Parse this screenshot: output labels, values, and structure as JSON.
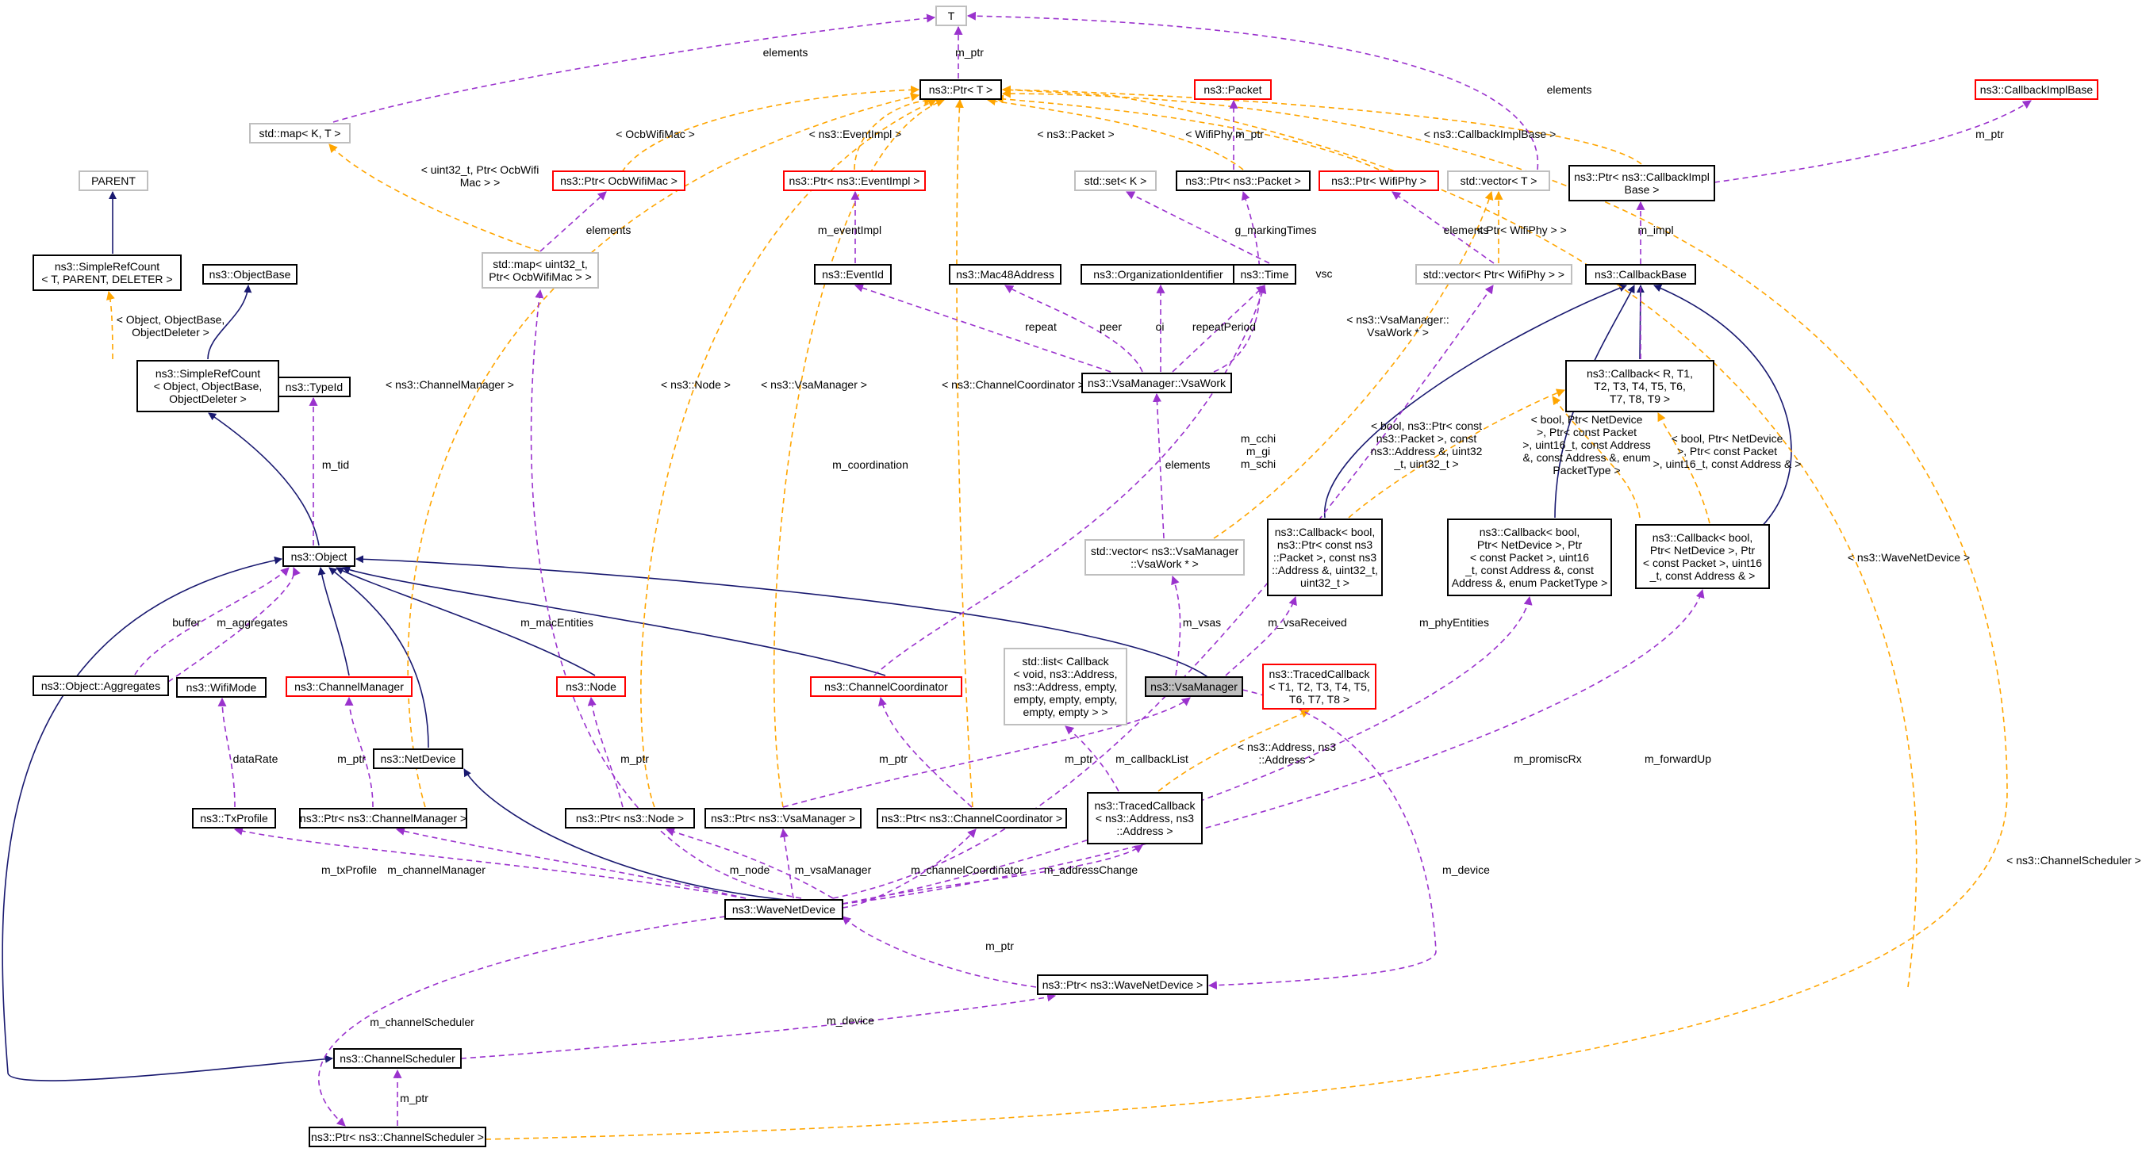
{
  "diagram": {
    "style": {
      "inheritance_color": "#191970",
      "member_color": "#9a32cd",
      "template_color": "#ffa500",
      "box_black": "#000000",
      "box_red": "#ff0000",
      "box_grey": "#bfbfbf",
      "highlight_fill": "#bfbfbf"
    },
    "nodes": [
      {
        "id": "T",
        "lines": [
          "T"
        ],
        "border": "grey"
      },
      {
        "id": "ptrT",
        "lines": [
          "ns3::Ptr< T >"
        ],
        "border": "black"
      },
      {
        "id": "packet",
        "lines": [
          "ns3::Packet"
        ],
        "border": "red"
      },
      {
        "id": "cbImplBase",
        "lines": [
          "ns3::CallbackImplBase"
        ],
        "border": "red"
      },
      {
        "id": "mapKT",
        "lines": [
          "std::map< K, T >"
        ],
        "border": "grey"
      },
      {
        "id": "ptrOcb",
        "lines": [
          "ns3::Ptr< OcbWifiMac >"
        ],
        "border": "red"
      },
      {
        "id": "ptrEventImpl",
        "lines": [
          "ns3::Ptr< ns3::EventImpl >"
        ],
        "border": "red"
      },
      {
        "id": "setK",
        "lines": [
          "std::set< K >"
        ],
        "border": "grey"
      },
      {
        "id": "ptrPacket",
        "lines": [
          "ns3::Ptr< ns3::Packet >"
        ],
        "border": "black"
      },
      {
        "id": "ptrWifiPhy",
        "lines": [
          "ns3::Ptr< WifiPhy >"
        ],
        "border": "red"
      },
      {
        "id": "vectorT",
        "lines": [
          "std::vector< T >"
        ],
        "border": "grey"
      },
      {
        "id": "ptrCbImplBase",
        "lines": [
          "ns3::Ptr< ns3::CallbackImpl",
          "Base >"
        ],
        "border": "black"
      },
      {
        "id": "parent",
        "lines": [
          "PARENT"
        ],
        "border": "grey"
      },
      {
        "id": "simpleRefT",
        "lines": [
          "ns3::SimpleRefCount",
          "< T, PARENT, DELETER >"
        ],
        "border": "black"
      },
      {
        "id": "objectBase",
        "lines": [
          "ns3::ObjectBase"
        ],
        "border": "black"
      },
      {
        "id": "mapUint",
        "lines": [
          "std::map< uint32_t,",
          "Ptr< OcbWifiMac > >"
        ],
        "border": "grey"
      },
      {
        "id": "eventId",
        "lines": [
          "ns3::EventId"
        ],
        "border": "black"
      },
      {
        "id": "mac48",
        "lines": [
          "ns3::Mac48Address"
        ],
        "border": "black"
      },
      {
        "id": "orgId",
        "lines": [
          "ns3::OrganizationIdentifier"
        ],
        "border": "black"
      },
      {
        "id": "time",
        "lines": [
          "ns3::Time"
        ],
        "border": "black"
      },
      {
        "id": "vectorWifiPhy",
        "lines": [
          "std::vector< Ptr< WifiPhy > >"
        ],
        "border": "grey"
      },
      {
        "id": "callbackBase",
        "lines": [
          "ns3::CallbackBase"
        ],
        "border": "black"
      },
      {
        "id": "simpleRefObj",
        "lines": [
          "ns3::SimpleRefCount",
          "< Object, ObjectBase,",
          "ObjectDeleter >"
        ],
        "border": "black"
      },
      {
        "id": "typeId",
        "lines": [
          "ns3::TypeId"
        ],
        "border": "black"
      },
      {
        "id": "vsaWork",
        "lines": [
          "ns3::VsaManager::VsaWork"
        ],
        "border": "black"
      },
      {
        "id": "callbackR",
        "lines": [
          "ns3::Callback< R, T1,",
          "T2, T3, T4, T5, T6,",
          "T7, T8, T9 >"
        ],
        "border": "black"
      },
      {
        "id": "object",
        "lines": [
          "ns3::Object"
        ],
        "border": "black"
      },
      {
        "id": "vectorVsaWork",
        "lines": [
          "std::vector< ns3::VsaManager",
          "::VsaWork * >"
        ],
        "border": "grey"
      },
      {
        "id": "callbackVsa",
        "lines": [
          "ns3::Callback< bool,",
          "ns3::Ptr< const ns3",
          "::Packet >, const ns3",
          "::Address &, uint32_t,",
          "uint32_t >"
        ],
        "border": "black"
      },
      {
        "id": "callbackPromisc",
        "lines": [
          "ns3::Callback< bool,",
          "Ptr< NetDevice >, Ptr",
          "< const Packet >, uint16",
          "_t, const Address &, const",
          "Address &, enum PacketType >"
        ],
        "border": "black"
      },
      {
        "id": "callbackFwd",
        "lines": [
          "ns3::Callback< bool,",
          "Ptr< NetDevice >, Ptr",
          "< const Packet >, uint16",
          "_t, const Address & >"
        ],
        "border": "black"
      },
      {
        "id": "aggregates",
        "lines": [
          "ns3::Object::Aggregates"
        ],
        "border": "black"
      },
      {
        "id": "wifiMode",
        "lines": [
          "ns3::WifiMode"
        ],
        "border": "black"
      },
      {
        "id": "channelManager",
        "lines": [
          "ns3::ChannelManager"
        ],
        "border": "red"
      },
      {
        "id": "node",
        "lines": [
          "ns3::Node"
        ],
        "border": "red"
      },
      {
        "id": "channelCoord",
        "lines": [
          "ns3::ChannelCoordinator"
        ],
        "border": "red"
      },
      {
        "id": "stdList",
        "lines": [
          "std::list< Callback",
          "< void, ns3::Address,",
          "ns3::Address, empty,",
          "empty, empty, empty,",
          "empty, empty > >"
        ],
        "border": "grey"
      },
      {
        "id": "vsaManager",
        "lines": [
          "ns3::VsaManager"
        ],
        "border": "black",
        "highlight": true
      },
      {
        "id": "tracedCbT",
        "lines": [
          "ns3::TracedCallback",
          "< T1, T2, T3, T4, T5,",
          "T6, T7, T8 >"
        ],
        "border": "red"
      },
      {
        "id": "netDevice",
        "lines": [
          "ns3::NetDevice"
        ],
        "border": "black"
      },
      {
        "id": "txProfile",
        "lines": [
          "ns3::TxProfile"
        ],
        "border": "black"
      },
      {
        "id": "ptrChannelManager",
        "lines": [
          "ns3::Ptr< ns3::ChannelManager >"
        ],
        "border": "black"
      },
      {
        "id": "ptrNode",
        "lines": [
          "ns3::Ptr< ns3::Node >"
        ],
        "border": "black"
      },
      {
        "id": "ptrVsaManager",
        "lines": [
          "ns3::Ptr< ns3::VsaManager >"
        ],
        "border": "black"
      },
      {
        "id": "ptrChannelCoord",
        "lines": [
          "ns3::Ptr< ns3::ChannelCoordinator >"
        ],
        "border": "black"
      },
      {
        "id": "tracedCbAddr",
        "lines": [
          "ns3::TracedCallback",
          "< ns3::Address, ns3",
          "::Address >"
        ],
        "border": "black"
      },
      {
        "id": "waveNetDevice",
        "lines": [
          "ns3::WaveNetDevice"
        ],
        "border": "black"
      },
      {
        "id": "ptrWaveNetDevice",
        "lines": [
          "ns3::Ptr< ns3::WaveNetDevice >"
        ],
        "border": "black"
      },
      {
        "id": "channelScheduler",
        "lines": [
          "ns3::ChannelScheduler"
        ],
        "border": "black"
      },
      {
        "id": "ptrChannelScheduler",
        "lines": [
          "ns3::Ptr< ns3::ChannelScheduler >"
        ],
        "border": "black"
      }
    ],
    "edge_labels": [
      {
        "id": "l_elements1",
        "lines": [
          "elements"
        ]
      },
      {
        "id": "l_mptr_T",
        "lines": [
          "m_ptr"
        ]
      },
      {
        "id": "l_elements2",
        "lines": [
          "elements"
        ]
      },
      {
        "id": "l_ocbwifimac",
        "lines": [
          "< OcbWifiMac >"
        ]
      },
      {
        "id": "l_eventimpl",
        "lines": [
          "< ns3::EventImpl >"
        ]
      },
      {
        "id": "l_ns3packet",
        "lines": [
          "< ns3::Packet >"
        ]
      },
      {
        "id": "l_wifiphy",
        "lines": [
          "< WifiPhy >"
        ]
      },
      {
        "id": "l_mptr_packet",
        "lines": [
          "m_ptr"
        ]
      },
      {
        "id": "l_cbimplbase",
        "lines": [
          "< ns3::CallbackImplBase >"
        ]
      },
      {
        "id": "l_mptr_cbimpl",
        "lines": [
          "m_ptr"
        ]
      },
      {
        "id": "l_uint32ocb",
        "lines": [
          "< uint32_t, Ptr< OcbWifi",
          "Mac > >"
        ]
      },
      {
        "id": "l_meventimpl",
        "lines": [
          "m_eventImpl"
        ]
      },
      {
        "id": "l_elements3",
        "lines": [
          "elements"
        ]
      },
      {
        "id": "l_gmarking",
        "lines": [
          "g_markingTimes"
        ]
      },
      {
        "id": "l_vsc",
        "lines": [
          "vsc"
        ]
      },
      {
        "id": "l_elements4",
        "lines": [
          "elements"
        ]
      },
      {
        "id": "l_ptrwifiphy2",
        "lines": [
          "< Ptr< WifiPhy > >"
        ]
      },
      {
        "id": "l_mimpl",
        "lines": [
          "m_impl"
        ]
      },
      {
        "id": "l_objbase",
        "lines": [
          "< Object, ObjectBase,",
          "ObjectDeleter >"
        ]
      },
      {
        "id": "l_repeat",
        "lines": [
          "repeat"
        ]
      },
      {
        "id": "l_peer",
        "lines": [
          "peer"
        ]
      },
      {
        "id": "l_oi",
        "lines": [
          "oi"
        ]
      },
      {
        "id": "l_repeatperiod",
        "lines": [
          "repeatPeriod"
        ]
      },
      {
        "id": "l_vsawork",
        "lines": [
          "< ns3::VsaManager::",
          "VsaWork * >"
        ]
      },
      {
        "id": "l_chmgr",
        "lines": [
          "< ns3::ChannelManager >"
        ]
      },
      {
        "id": "l_ns3node",
        "lines": [
          "< ns3::Node >"
        ]
      },
      {
        "id": "l_vsamgr",
        "lines": [
          "< ns3::VsaManager >"
        ]
      },
      {
        "id": "l_chcoord",
        "lines": [
          "< ns3::ChannelCoordinator >"
        ]
      },
      {
        "id": "l_mtid",
        "lines": [
          "m_tid"
        ]
      },
      {
        "id": "l_mcoord",
        "lines": [
          "m_coordination"
        ]
      },
      {
        "id": "l_mcchi",
        "lines": [
          "m_cchi",
          "m_gi",
          "m_schi"
        ]
      },
      {
        "id": "l_elements5",
        "lines": [
          "elements"
        ]
      },
      {
        "id": "l_boolptr1",
        "lines": [
          "< bool, ns3::Ptr< const",
          "ns3::Packet >, const",
          "ns3::Address &, uint32",
          "_t, uint32_t >"
        ]
      },
      {
        "id": "l_boolptr2",
        "lines": [
          "< bool, Ptr< NetDevice",
          ">, Ptr< const Packet",
          ">, uint16_t, const Address",
          "&, const Address &, enum",
          "PacketType >"
        ]
      },
      {
        "id": "l_boolptr3",
        "lines": [
          "< bool, Ptr< NetDevice",
          ">, Ptr< const Packet",
          ">, uint16_t, const Address & >"
        ]
      },
      {
        "id": "l_wavenetdev",
        "lines": [
          "< ns3::WaveNetDevice >"
        ]
      },
      {
        "id": "l_buffer",
        "lines": [
          "buffer"
        ]
      },
      {
        "id": "l_maggregates",
        "lines": [
          "m_aggregates"
        ]
      },
      {
        "id": "l_mmacent",
        "lines": [
          "m_macEntities"
        ]
      },
      {
        "id": "l_mvsas",
        "lines": [
          "m_vsas"
        ]
      },
      {
        "id": "l_mvsarecv",
        "lines": [
          "m_vsaReceived"
        ]
      },
      {
        "id": "l_mphy",
        "lines": [
          "m_phyEntities"
        ]
      },
      {
        "id": "l_datarate",
        "lines": [
          "dataRate"
        ]
      },
      {
        "id": "l_mptr_chmgr",
        "lines": [
          "m_ptr"
        ]
      },
      {
        "id": "l_mptr_node",
        "lines": [
          "m_ptr"
        ]
      },
      {
        "id": "l_mptr_vsa",
        "lines": [
          "m_ptr"
        ]
      },
      {
        "id": "l_mcallbacklist",
        "lines": [
          "m_callbackList"
        ]
      },
      {
        "id": "l_mptr_chcoord",
        "lines": [
          "m_ptr"
        ]
      },
      {
        "id": "l_addraddr",
        "lines": [
          "< ns3::Address, ns3",
          "::Address >"
        ]
      },
      {
        "id": "l_mpromisc",
        "lines": [
          "m_promiscRx"
        ]
      },
      {
        "id": "l_mforward",
        "lines": [
          "m_forwardUp"
        ]
      },
      {
        "id": "l_chsched",
        "lines": [
          "< ns3::ChannelScheduler >"
        ]
      },
      {
        "id": "l_mtxprofile",
        "lines": [
          "m_txProfile"
        ]
      },
      {
        "id": "l_mchmgr",
        "lines": [
          "m_channelManager"
        ]
      },
      {
        "id": "l_mnode",
        "lines": [
          "m_node"
        ]
      },
      {
        "id": "l_mvsamgr",
        "lines": [
          "m_vsaManager"
        ]
      },
      {
        "id": "l_mchcoord",
        "lines": [
          "m_channelCoordinator"
        ]
      },
      {
        "id": "l_maddrchange",
        "lines": [
          "m_addressChange"
        ]
      },
      {
        "id": "l_mdevice1",
        "lines": [
          "m_device"
        ]
      },
      {
        "id": "l_mptr_wnd",
        "lines": [
          "m_ptr"
        ]
      },
      {
        "id": "l_mchsched",
        "lines": [
          "m_channelScheduler"
        ]
      },
      {
        "id": "l_mdevice2",
        "lines": [
          "m_device"
        ]
      },
      {
        "id": "l_mptr_chsched",
        "lines": [
          "m_ptr"
        ]
      }
    ]
  }
}
